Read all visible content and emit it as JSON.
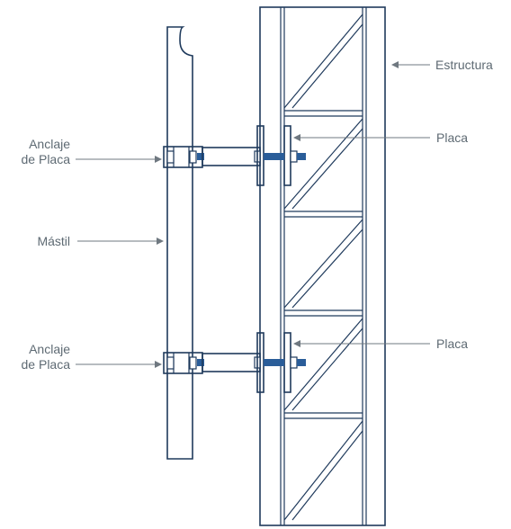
{
  "labels": {
    "estructura": "Estructura",
    "placa_top": "Placa",
    "placa_bottom": "Placa",
    "anclaje_top_line1": "Anclaje",
    "anclaje_top_line2": "de Placa",
    "anclaje_bottom_line1": "Anclaje",
    "anclaje_bottom_line2": "de Placa",
    "mastil": "Mástil"
  },
  "colors": {
    "line": "#1f3a5c",
    "bolt": "#2a5d99",
    "label": "#5e6a73",
    "pointer": "#6f7880"
  }
}
